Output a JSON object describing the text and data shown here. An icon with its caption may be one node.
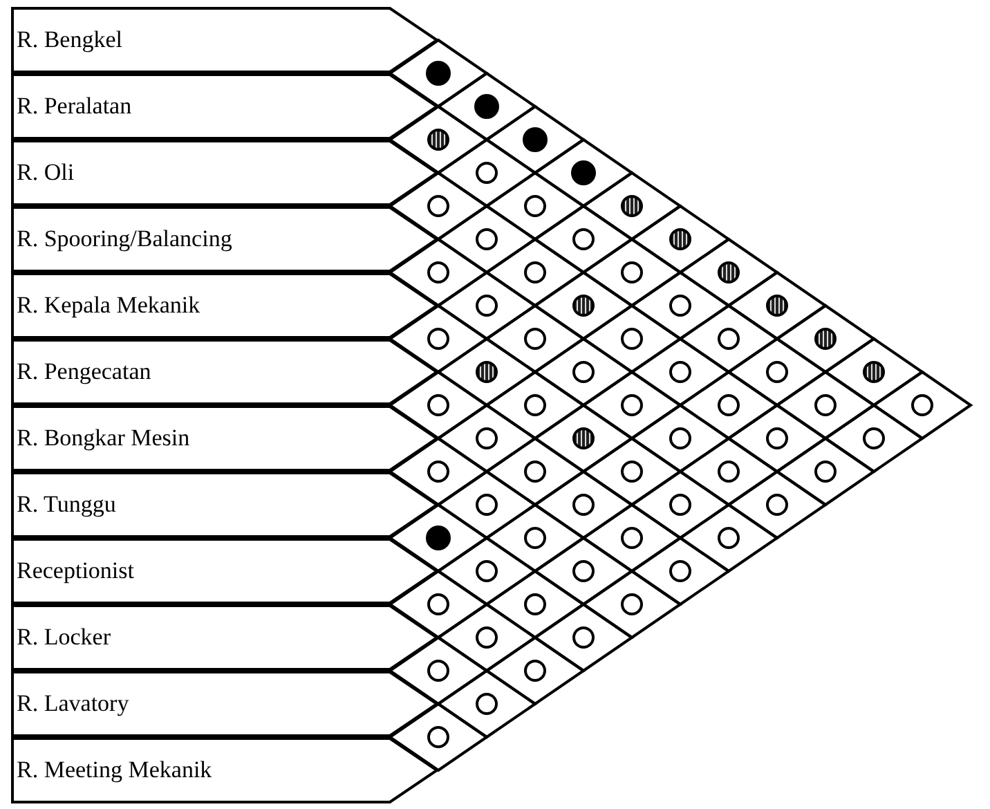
{
  "diagram": {
    "nodes": [
      {
        "text": [
          "R. Bengkel"
        ]
      },
      {
        "text": [
          "R. Peralatan"
        ]
      },
      {
        "text": [
          "R. Oli"
        ]
      },
      {
        "text": [
          "R. Spooring/Balancing"
        ]
      },
      {
        "text": [
          "R. Kepala Mekanik"
        ]
      },
      {
        "text": [
          "R. Pengecatan"
        ]
      },
      {
        "text": [
          "R. Bongkar Mesin"
        ]
      },
      {
        "text": [
          "R. Tunggu"
        ]
      },
      {
        "text": [
          "Receptionist"
        ]
      },
      {
        "text": [
          "R. Locker"
        ]
      },
      {
        "text": [
          "R. Lavatory"
        ]
      },
      {
        "text": [
          "R. Meeting Mekanik"
        ]
      },
      {
        "text": [],
        "shape": "dot"
      },
      {
        "text": [],
        "shape": "dot"
      },
      {
        "text": [],
        "shape": "disc"
      },
      {
        "text": [],
        "shape": "dot"
      },
      {
        "text": [],
        "shape": "circle"
      },
      {
        "text": [],
        "shape": "dot"
      },
      {
        "text": [],
        "shape": "circle"
      },
      {
        "text": [],
        "shape": "circle"
      },
      {
        "text": [],
        "shape": "disc"
      },
      {
        "text": [],
        "shape": "circle"
      },
      {
        "text": [],
        "shape": "circle"
      },
      {
        "text": [],
        "shape": "disc"
      },
      {
        "text": [],
        "shape": "circle"
      },
      {
        "text": [],
        "shape": "circle"
      },
      {
        "text": [],
        "shape": "circle"
      },
      {
        "text": [],
        "shape": "disc"
      },
      {
        "text": [],
        "shape": "circle"
      },
      {
        "text": [],
        "shape": "disc"
      },
      {
        "text": [],
        "shape": "circle"
      },
      {
        "text": [],
        "shape": "disc"
      },
      {
        "text": [],
        "shape": "circle"
      },
      {
        "text": [],
        "shape": "circle"
      },
      {
        "text": [],
        "shape": "circle"
      },
      {
        "text": [],
        "shape": "circle"
      },
      {
        "text": [],
        "shape": "disc"
      },
      {
        "text": [],
        "shape": "disc"
      },
      {
        "text": [],
        "shape": "circle"
      },
      {
        "text": [],
        "shape": "circle"
      },
      {
        "text": [],
        "shape": "circle"
      },
      {
        "text": [],
        "shape": "disc"
      },
      {
        "text": [],
        "shape": "circle"
      },
      {
        "text": [],
        "shape": "circle"
      },
      {
        "text": [],
        "shape": "circle"
      },
      {
        "text": [],
        "shape": "circle"
      },
      {
        "text": [],
        "shape": "circle"
      },
      {
        "text": [],
        "shape": "circle"
      },
      {
        "text": [],
        "shape": "circle"
      },
      {
        "text": [],
        "shape": "disc"
      },
      {
        "text": [],
        "shape": "circle"
      },
      {
        "text": [],
        "shape": "circle"
      },
      {
        "text": [],
        "shape": "circle"
      },
      {
        "text": [],
        "shape": "circle"
      },
      {
        "text": [],
        "shape": "circle"
      },
      {
        "text": [],
        "shape": "circle"
      },
      {
        "text": [],
        "shape": "circle"
      },
      {
        "text": [],
        "shape": "circle"
      },
      {
        "text": [],
        "shape": "circle"
      },
      {
        "text": [],
        "shape": "circle"
      },
      {
        "text": [],
        "shape": "circle"
      },
      {
        "text": [],
        "shape": "circle"
      },
      {
        "text": [],
        "shape": "dot"
      },
      {
        "text": [],
        "shape": "circle"
      },
      {
        "text": [],
        "shape": "circle"
      },
      {
        "text": [],
        "shape": "circle"
      },
      {
        "text": [],
        "shape": "circle"
      },
      {
        "text": [],
        "shape": "circle"
      },
      {
        "text": [],
        "shape": "circle"
      },
      {
        "text": [],
        "shape": "circle"
      },
      {
        "text": [],
        "shape": "circle"
      },
      {
        "text": [],
        "shape": "circle"
      },
      {
        "text": [],
        "shape": "circle"
      },
      {
        "text": [],
        "shape": "circle"
      },
      {
        "text": [],
        "shape": "circle"
      },
      {
        "text": [],
        "shape": "circle"
      },
      {
        "text": [],
        "shape": "circle"
      },
      {
        "text": [],
        "shape": "circle"
      }
    ]
  }
}
